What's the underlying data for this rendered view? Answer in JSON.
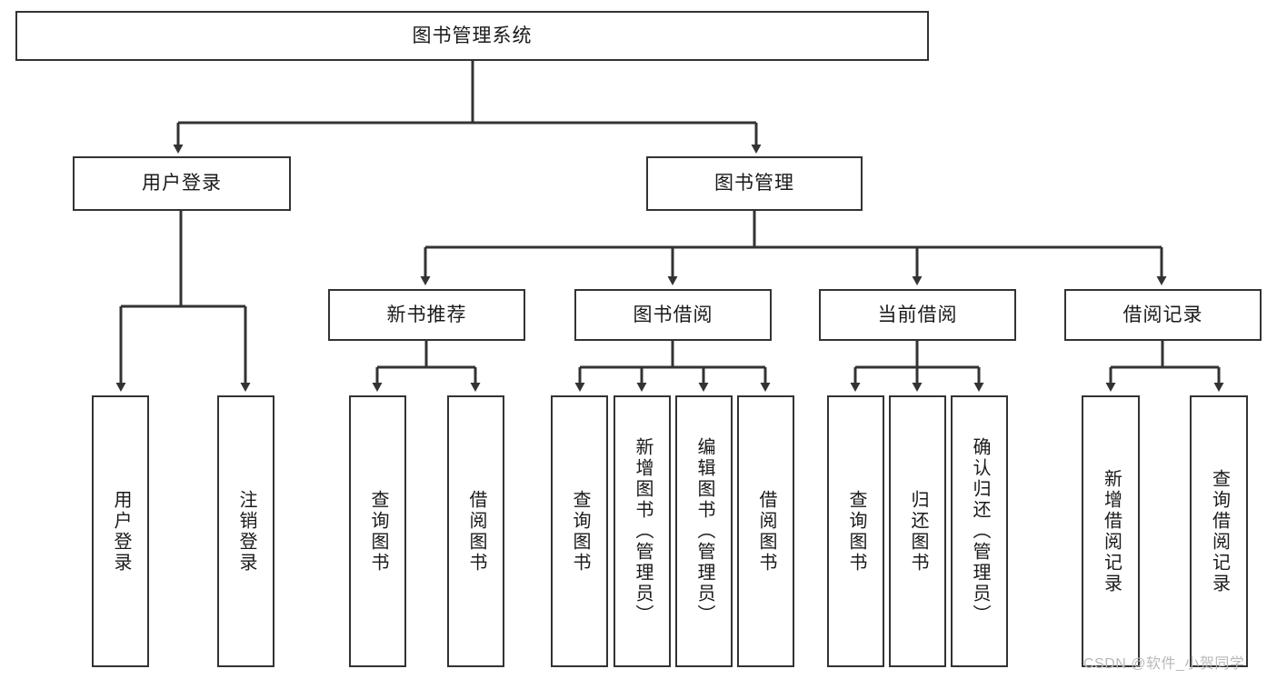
{
  "diagram": {
    "type": "tree-hierarchy",
    "title": "图书管理系统",
    "background_color": "#ffffff",
    "box_border_color": "#333333",
    "box_fill_color": "#ffffff",
    "text_color": "#1a1a1a",
    "connector_color": "#333333"
  },
  "nodes": {
    "root": {
      "label": "图书管理系统",
      "level": 1,
      "orientation": "horizontal"
    },
    "level2": [
      {
        "id": "user-login",
        "label": "用户登录",
        "level": 2,
        "orientation": "horizontal"
      },
      {
        "id": "book-management",
        "label": "图书管理",
        "level": 2,
        "orientation": "horizontal"
      }
    ],
    "level3": [
      {
        "id": "new-book-recommend",
        "label": "新书推荐",
        "level": 3,
        "orientation": "horizontal"
      },
      {
        "id": "book-borrow",
        "label": "图书借阅",
        "level": 3,
        "orientation": "horizontal"
      },
      {
        "id": "current-borrow",
        "label": "当前借阅",
        "level": 3,
        "orientation": "horizontal"
      },
      {
        "id": "borrow-record",
        "label": "借阅记录",
        "level": 3,
        "orientation": "horizontal"
      }
    ],
    "leaves": {
      "user_login": [
        {
          "id": "leaf-user-login",
          "label": "用户登录"
        },
        {
          "id": "leaf-user-logout",
          "label": "注销登录"
        }
      ],
      "new_book_recommend": [
        {
          "id": "leaf-query-book-1",
          "label": "查询图书"
        },
        {
          "id": "leaf-borrow-book-1",
          "label": "借阅图书"
        }
      ],
      "book_borrow": [
        {
          "id": "leaf-query-book-2",
          "label": "查询图书"
        },
        {
          "id": "leaf-add-book",
          "label": "新增图书（管理员）"
        },
        {
          "id": "leaf-edit-book",
          "label": "编辑图书（管理员）"
        },
        {
          "id": "leaf-borrow-book-2",
          "label": "借阅图书"
        }
      ],
      "current_borrow": [
        {
          "id": "leaf-query-book-3",
          "label": "查询图书"
        },
        {
          "id": "leaf-return-book",
          "label": "归还图书"
        },
        {
          "id": "leaf-confirm-return",
          "label": "确认归还（管理员）"
        }
      ],
      "borrow_record": [
        {
          "id": "leaf-add-borrow-record",
          "label": "新增借阅记录"
        },
        {
          "id": "leaf-query-borrow-record",
          "label": "查询借阅记录"
        }
      ]
    }
  },
  "watermark": {
    "text": "CSDN @软件_小贺同学"
  }
}
